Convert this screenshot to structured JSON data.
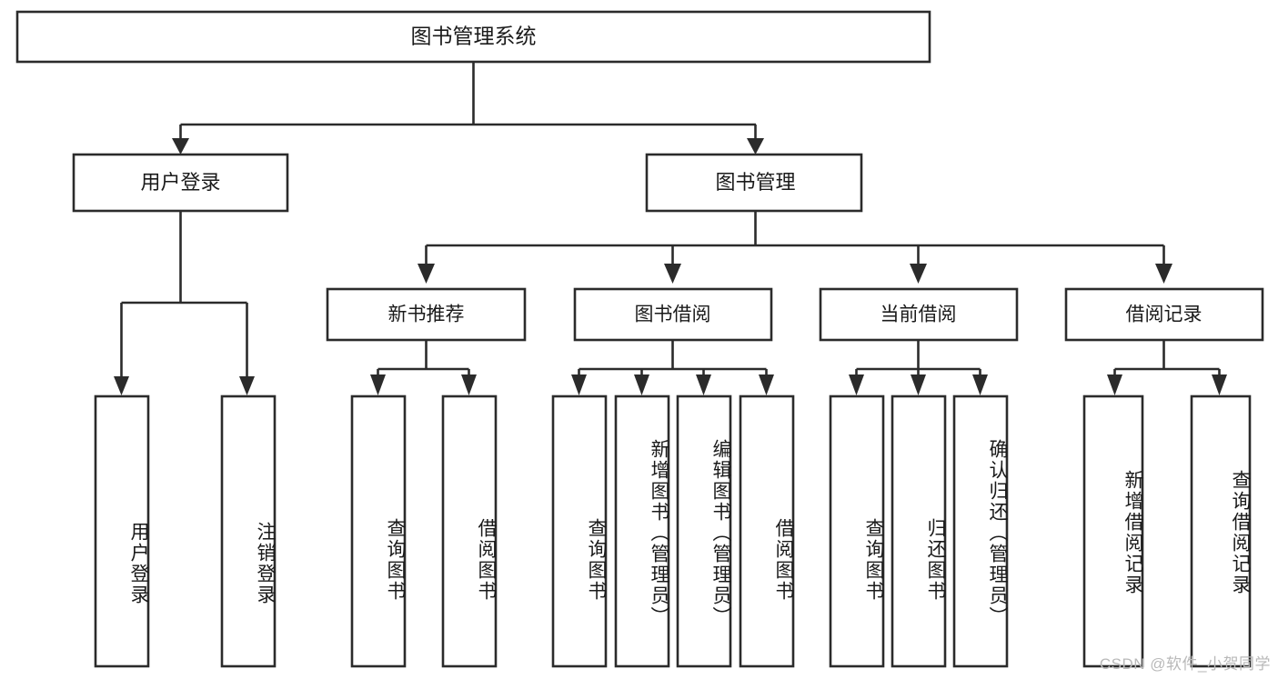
{
  "diagram": {
    "title": "图书管理系统",
    "type": "tree",
    "root": {
      "id": "root",
      "label": "图书管理系统"
    },
    "level1": [
      {
        "id": "user-login",
        "label": "用户登录"
      },
      {
        "id": "book-management",
        "label": "图书管理"
      }
    ],
    "level2": [
      {
        "id": "new-book-recommend",
        "label": "新书推荐",
        "parent": "book-management"
      },
      {
        "id": "book-borrow",
        "label": "图书借阅",
        "parent": "book-management"
      },
      {
        "id": "current-borrow",
        "label": "当前借阅",
        "parent": "book-management"
      },
      {
        "id": "borrow-record",
        "label": "借阅记录",
        "parent": "book-management"
      }
    ],
    "leaves": [
      {
        "id": "leaf-user-login",
        "label": "用户登录",
        "parent": "user-login"
      },
      {
        "id": "leaf-logout",
        "label": "注销登录",
        "parent": "user-login"
      },
      {
        "id": "leaf-query-book-1",
        "label": "查询图书",
        "parent": "new-book-recommend"
      },
      {
        "id": "leaf-borrow-book-1",
        "label": "借阅图书",
        "parent": "new-book-recommend"
      },
      {
        "id": "leaf-query-book-2",
        "label": "查询图书",
        "parent": "book-borrow"
      },
      {
        "id": "leaf-add-book",
        "label": "新增图书（管理员）",
        "parent": "book-borrow"
      },
      {
        "id": "leaf-edit-book",
        "label": "编辑图书（管理员）",
        "parent": "book-borrow"
      },
      {
        "id": "leaf-borrow-book-2",
        "label": "借阅图书",
        "parent": "book-borrow"
      },
      {
        "id": "leaf-query-book-3",
        "label": "查询图书",
        "parent": "current-borrow"
      },
      {
        "id": "leaf-return-book",
        "label": "归还图书",
        "parent": "current-borrow"
      },
      {
        "id": "leaf-confirm-return",
        "label": "确认归还（管理员）",
        "parent": "current-borrow"
      },
      {
        "id": "leaf-add-record",
        "label": "新增借阅记录",
        "parent": "borrow-record"
      },
      {
        "id": "leaf-query-record",
        "label": "查询借阅记录",
        "parent": "borrow-record"
      }
    ],
    "colors": {
      "box_fill": "#ffffff",
      "box_stroke": "#2b2b2b",
      "connector": "#2b2b2b",
      "text": "#1a1a1a",
      "watermark": "#b9b9b9"
    }
  },
  "watermark": {
    "text": "CSDN @软件_小贺同学"
  }
}
